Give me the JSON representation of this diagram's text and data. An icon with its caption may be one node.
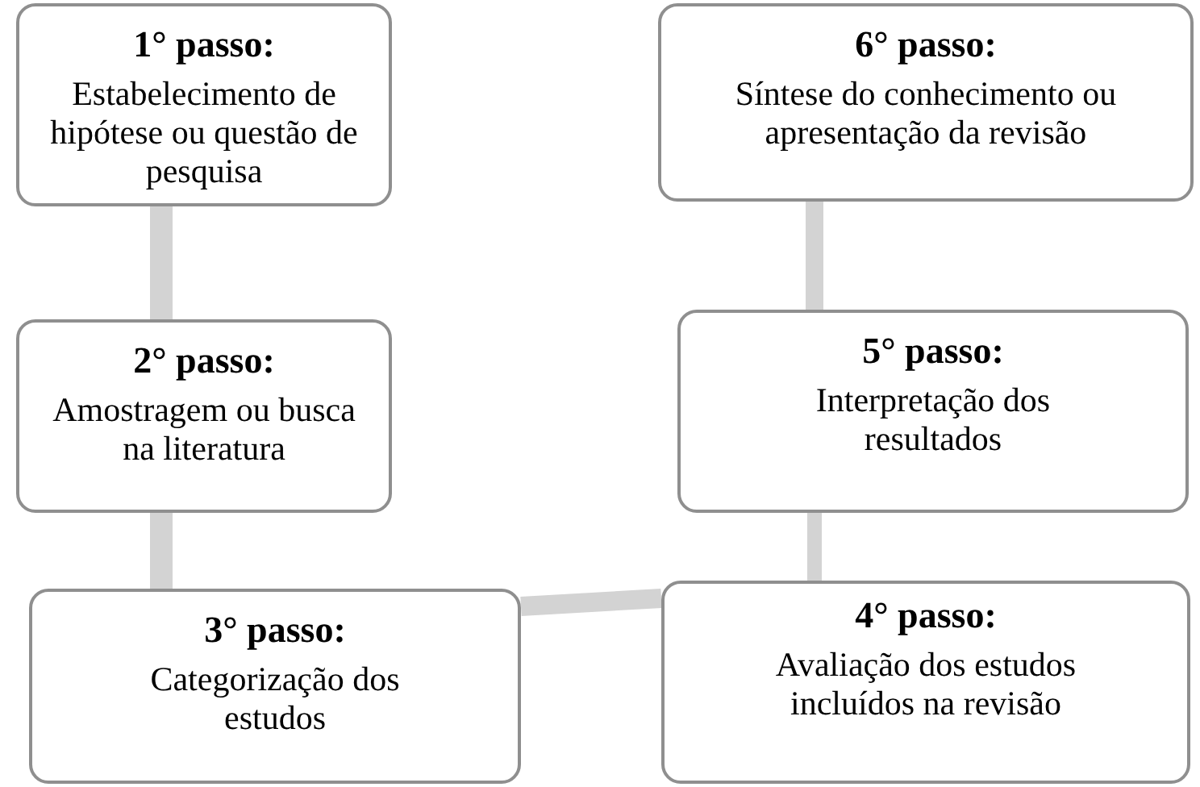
{
  "diagram": {
    "nodes": [
      {
        "text": [
          "1° passo:",
          "Estabelecimento de hipótese ou questão de pesquisa"
        ]
      },
      {
        "text": [
          "2° passo:",
          "Amostragem ou busca na literatura"
        ]
      },
      {
        "text": [
          "3° passo:",
          "Categorização dos estudos"
        ]
      },
      {
        "text": [
          "4° passo:",
          "Avaliação dos estudos incluídos na revisão"
        ]
      },
      {
        "text": [
          "5° passo:",
          "Interpretação dos resultados"
        ]
      },
      {
        "text": [
          "6° passo:",
          "Síntese do conhecimento ou apresentação da revisão"
        ]
      }
    ],
    "edges": [
      {
        "from": 0,
        "to": 1,
        "arrow": "none"
      },
      {
        "from": 1,
        "to": 2,
        "arrow": "none"
      },
      {
        "from": 2,
        "to": 3,
        "arrow": "none"
      },
      {
        "from": 3,
        "to": 4,
        "arrow": "none"
      },
      {
        "from": 4,
        "to": 5,
        "arrow": "none"
      }
    ]
  }
}
